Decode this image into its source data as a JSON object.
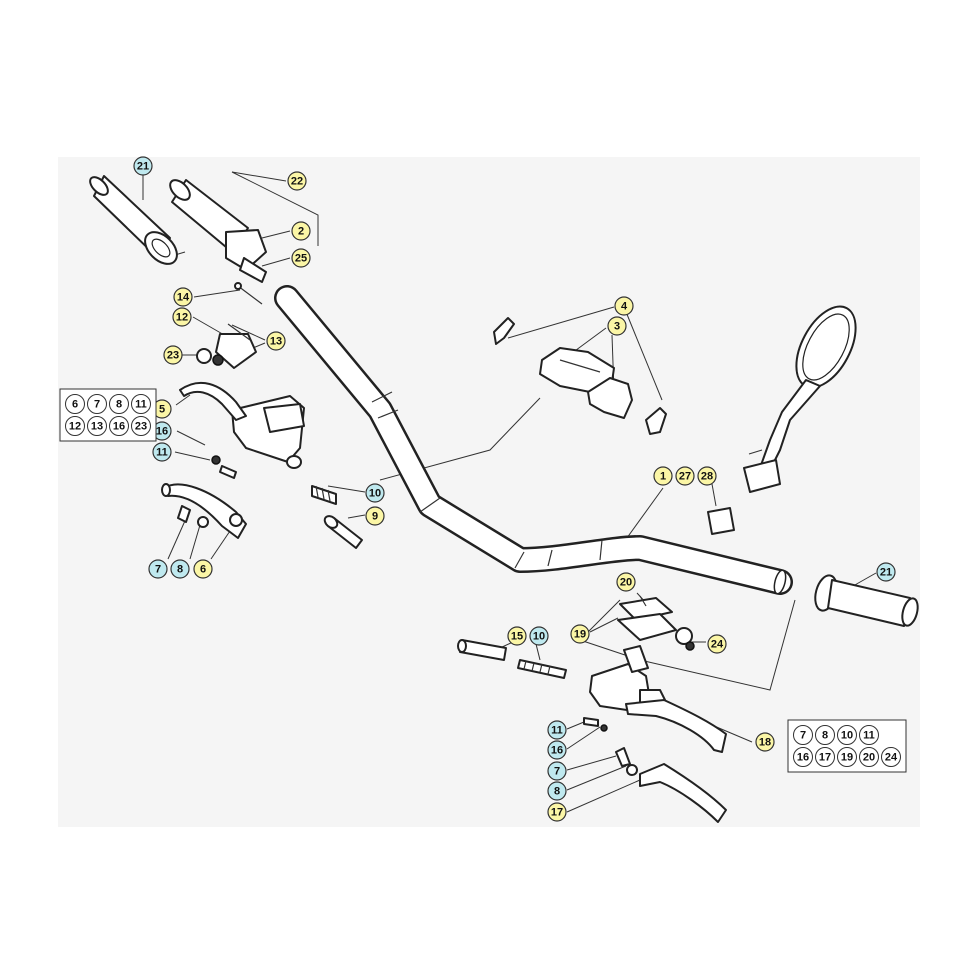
{
  "colors": {
    "background": "#ffffff",
    "panel": "#f5f5f5",
    "line": "#222222",
    "callout_yellow": "#fbf6a6",
    "callout_blue": "#bfe9ef"
  },
  "callouts": [
    {
      "id": "c21a",
      "text": "21",
      "color": "blue"
    },
    {
      "id": "c22",
      "text": "22",
      "color": "yellow"
    },
    {
      "id": "c2",
      "text": "2",
      "color": "yellow"
    },
    {
      "id": "c25",
      "text": "25",
      "color": "yellow"
    },
    {
      "id": "c14",
      "text": "14",
      "color": "yellow"
    },
    {
      "id": "c12",
      "text": "12",
      "color": "yellow"
    },
    {
      "id": "c13",
      "text": "13",
      "color": "yellow"
    },
    {
      "id": "c23",
      "text": "23",
      "color": "yellow"
    },
    {
      "id": "c5",
      "text": "5",
      "color": "yellow"
    },
    {
      "id": "c16a",
      "text": "16",
      "color": "blue"
    },
    {
      "id": "c11a",
      "text": "11",
      "color": "blue"
    },
    {
      "id": "c10a",
      "text": "10",
      "color": "blue"
    },
    {
      "id": "c9",
      "text": "9",
      "color": "yellow"
    },
    {
      "id": "c7a",
      "text": "7",
      "color": "blue"
    },
    {
      "id": "c8a",
      "text": "8",
      "color": "blue"
    },
    {
      "id": "c6",
      "text": "6",
      "color": "yellow"
    },
    {
      "id": "c4",
      "text": "4",
      "color": "yellow"
    },
    {
      "id": "c3",
      "text": "3",
      "color": "yellow"
    },
    {
      "id": "c1",
      "text": "1",
      "color": "yellow"
    },
    {
      "id": "c27",
      "text": "27",
      "color": "yellow"
    },
    {
      "id": "c28",
      "text": "28",
      "color": "yellow"
    },
    {
      "id": "c21b",
      "text": "21",
      "color": "blue"
    },
    {
      "id": "c20",
      "text": "20",
      "color": "yellow"
    },
    {
      "id": "c19",
      "text": "19",
      "color": "yellow"
    },
    {
      "id": "c24",
      "text": "24",
      "color": "yellow"
    },
    {
      "id": "c15",
      "text": "15",
      "color": "yellow"
    },
    {
      "id": "c10b",
      "text": "10",
      "color": "blue"
    },
    {
      "id": "c11b",
      "text": "11",
      "color": "blue"
    },
    {
      "id": "c16b",
      "text": "16",
      "color": "blue"
    },
    {
      "id": "c7b",
      "text": "7",
      "color": "blue"
    },
    {
      "id": "c8b",
      "text": "8",
      "color": "blue"
    },
    {
      "id": "c17",
      "text": "17",
      "color": "yellow"
    },
    {
      "id": "c18",
      "text": "18",
      "color": "yellow"
    }
  ],
  "kits": [
    {
      "id": "kit5",
      "rows": [
        [
          "6",
          "7",
          "8",
          "11"
        ],
        [
          "12",
          "13",
          "16",
          "23"
        ]
      ]
    },
    {
      "id": "kit18",
      "rows": [
        [
          "7",
          "8",
          "10",
          "11"
        ],
        [
          "16",
          "17",
          "19",
          "20",
          "24"
        ]
      ]
    }
  ]
}
